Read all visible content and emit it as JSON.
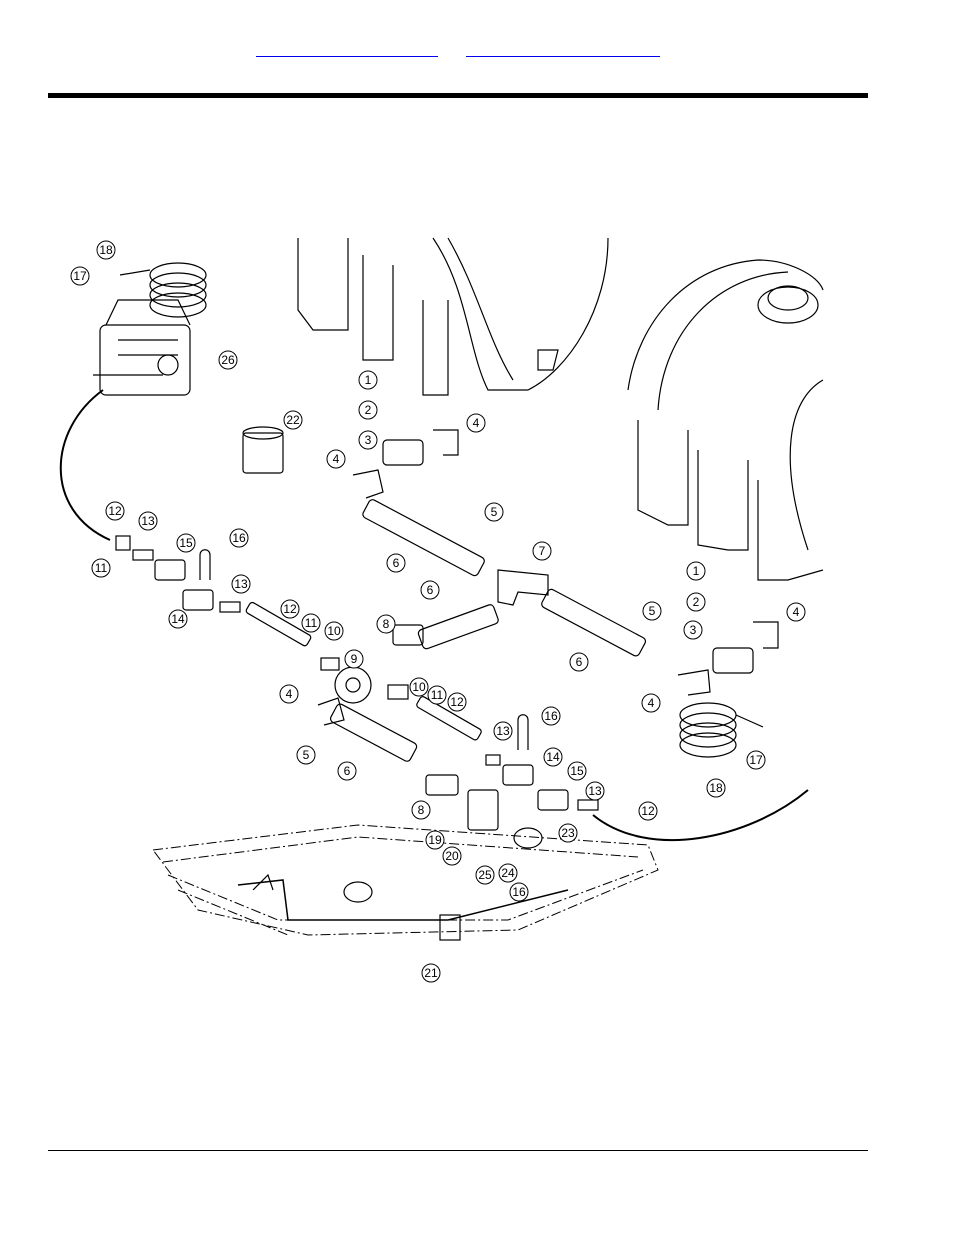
{
  "header": {
    "link_a": "",
    "link_b": ""
  },
  "diagram": {
    "callouts": [
      "1",
      "2",
      "3",
      "4",
      "5",
      "6",
      "7",
      "8",
      "9",
      "10",
      "11",
      "12",
      "13",
      "14",
      "15",
      "16",
      "17",
      "18",
      "19",
      "20",
      "21",
      "22",
      "23",
      "24",
      "25",
      "26"
    ]
  }
}
